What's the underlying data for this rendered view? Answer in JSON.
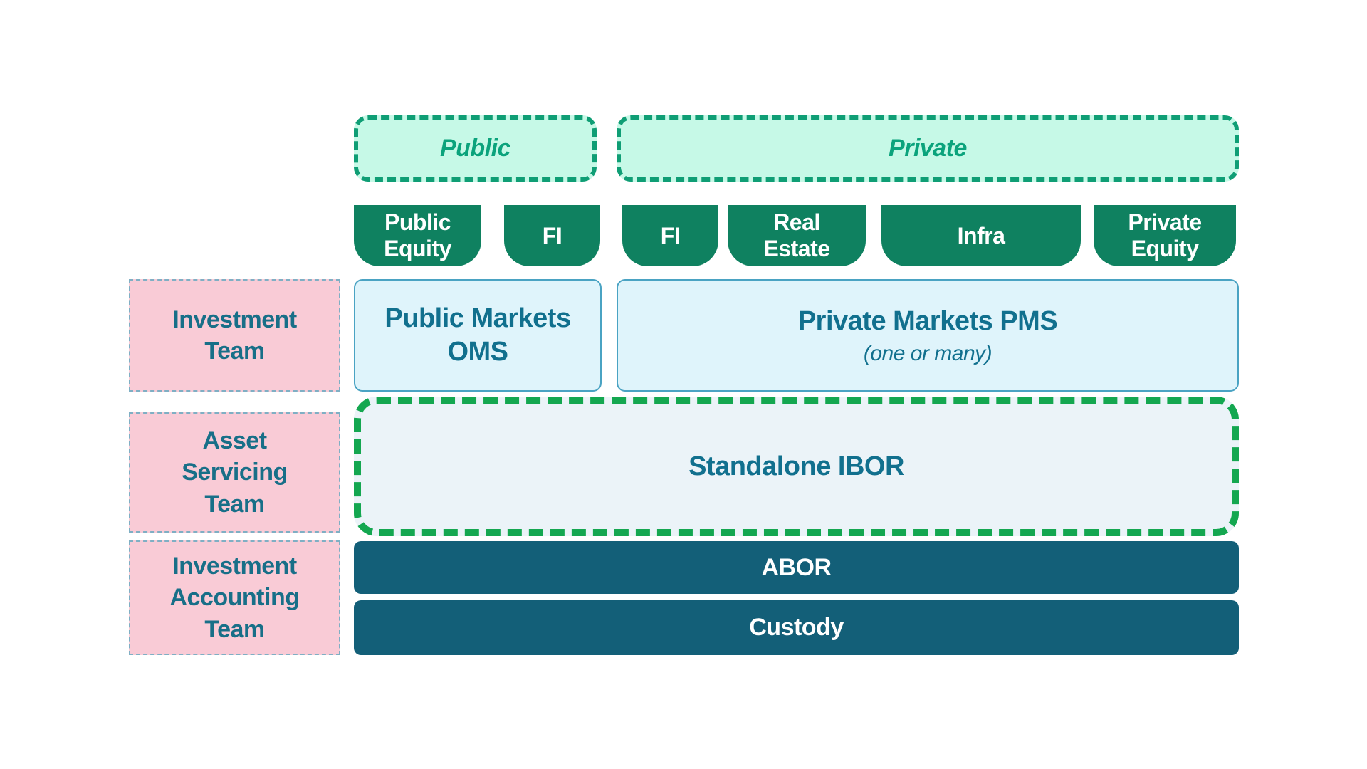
{
  "groups": {
    "public": {
      "label": "Public"
    },
    "private": {
      "label": "Private"
    }
  },
  "tabs": [
    {
      "label": "Public\nEquity",
      "group": "public"
    },
    {
      "label": "FI",
      "group": "public"
    },
    {
      "label": "FI",
      "group": "private"
    },
    {
      "label": "Real\nEstate",
      "group": "private"
    },
    {
      "label": "Infra",
      "group": "private"
    },
    {
      "label": "Private\nEquity",
      "group": "private"
    }
  ],
  "teams": [
    {
      "label": "Investment\nTeam"
    },
    {
      "label": "Asset\nServicing\nTeam"
    },
    {
      "label": "Investment\nAccounting\nTeam"
    }
  ],
  "systems": {
    "oms": {
      "label": "Public Markets\nOMS"
    },
    "pms": {
      "label": "Private Markets PMS",
      "note": "(one or many)"
    },
    "ibor": {
      "label": "Standalone IBOR"
    },
    "abor": {
      "label": "ABOR"
    },
    "custody": {
      "label": "Custody"
    }
  },
  "colors": {
    "mint_fill": "#c6f9e7",
    "mint_border": "#0f9e75",
    "mint_text": "#0ba37c",
    "tab_green": "#0f8160",
    "tab_text": "#ffffff",
    "pink_fill": "#f9cbd6",
    "pink_border": "#7fafc4",
    "team_text": "#186f88",
    "blue_fill": "#dff4fb",
    "blue_border": "#4aa3c3",
    "blue_text": "#11708e",
    "ibor_fill": "#ebf3f8",
    "ibor_border": "#14a750",
    "bar_fill": "#135f78",
    "bar_text": "#ffffff"
  }
}
